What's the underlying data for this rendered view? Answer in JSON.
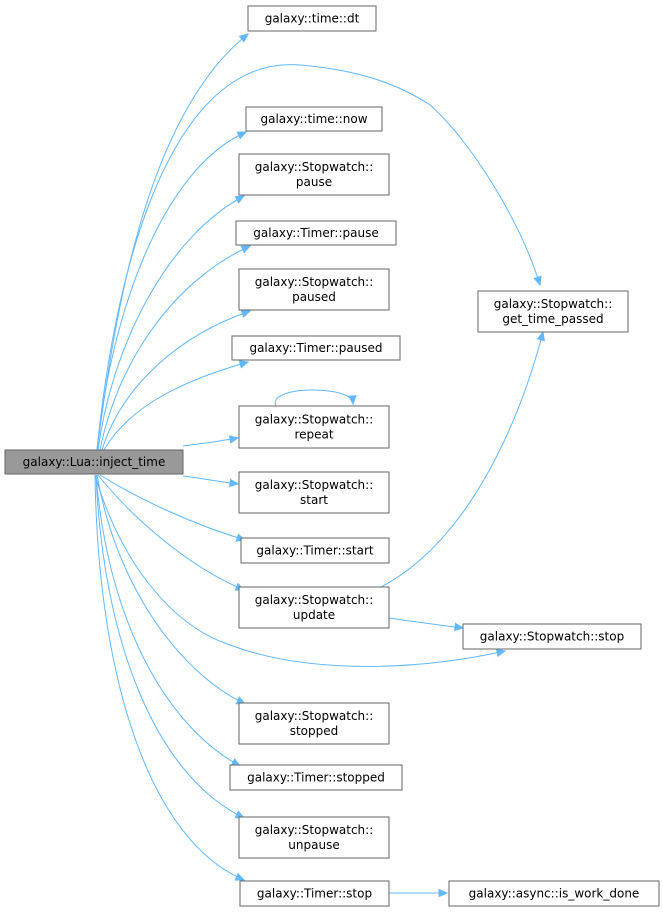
{
  "diagram": {
    "root": {
      "id": "root",
      "lines": [
        "galaxy::Lua::inject_time"
      ]
    },
    "nodes": [
      {
        "id": "time_dt",
        "lines": [
          "galaxy::time::dt"
        ]
      },
      {
        "id": "time_now",
        "lines": [
          "galaxy::time::now"
        ]
      },
      {
        "id": "sw_pause",
        "lines": [
          "galaxy::Stopwatch::",
          "pause"
        ]
      },
      {
        "id": "tm_pause",
        "lines": [
          "galaxy::Timer::pause"
        ]
      },
      {
        "id": "sw_paused",
        "lines": [
          "galaxy::Stopwatch::",
          "paused"
        ]
      },
      {
        "id": "tm_paused",
        "lines": [
          "galaxy::Timer::paused"
        ]
      },
      {
        "id": "sw_repeat",
        "lines": [
          "galaxy::Stopwatch::",
          "repeat"
        ]
      },
      {
        "id": "sw_start",
        "lines": [
          "galaxy::Stopwatch::",
          "start"
        ]
      },
      {
        "id": "tm_start",
        "lines": [
          "galaxy::Timer::start"
        ]
      },
      {
        "id": "sw_update",
        "lines": [
          "galaxy::Stopwatch::",
          "update"
        ]
      },
      {
        "id": "sw_stopped",
        "lines": [
          "galaxy::Stopwatch::",
          "stopped"
        ]
      },
      {
        "id": "tm_stopped",
        "lines": [
          "galaxy::Timer::stopped"
        ]
      },
      {
        "id": "sw_unpause",
        "lines": [
          "galaxy::Stopwatch::",
          "unpause"
        ]
      },
      {
        "id": "tm_stop",
        "lines": [
          "galaxy::Timer::stop"
        ]
      },
      {
        "id": "sw_gtp",
        "lines": [
          "galaxy::Stopwatch::",
          "get_time_passed"
        ]
      },
      {
        "id": "sw_stop",
        "lines": [
          "galaxy::Stopwatch::stop"
        ]
      },
      {
        "id": "async_iwd",
        "lines": [
          "galaxy::async::is_work_done"
        ]
      }
    ],
    "edges": [
      [
        "root",
        "time_dt"
      ],
      [
        "root",
        "sw_gtp"
      ],
      [
        "root",
        "time_now"
      ],
      [
        "root",
        "sw_pause"
      ],
      [
        "root",
        "tm_pause"
      ],
      [
        "root",
        "sw_paused"
      ],
      [
        "root",
        "tm_paused"
      ],
      [
        "root",
        "sw_repeat"
      ],
      [
        "root",
        "sw_start"
      ],
      [
        "root",
        "tm_start"
      ],
      [
        "root",
        "sw_update"
      ],
      [
        "root",
        "sw_stop"
      ],
      [
        "root",
        "sw_stopped"
      ],
      [
        "root",
        "tm_stopped"
      ],
      [
        "root",
        "sw_unpause"
      ],
      [
        "root",
        "tm_stop"
      ],
      [
        "sw_repeat",
        "sw_repeat"
      ],
      [
        "sw_update",
        "sw_gtp"
      ],
      [
        "sw_update",
        "sw_stop"
      ],
      [
        "tm_stop",
        "async_iwd"
      ]
    ],
    "colors": {
      "edge": "#63b8ff",
      "root_fill": "#999999",
      "node_border": "#666666"
    }
  }
}
